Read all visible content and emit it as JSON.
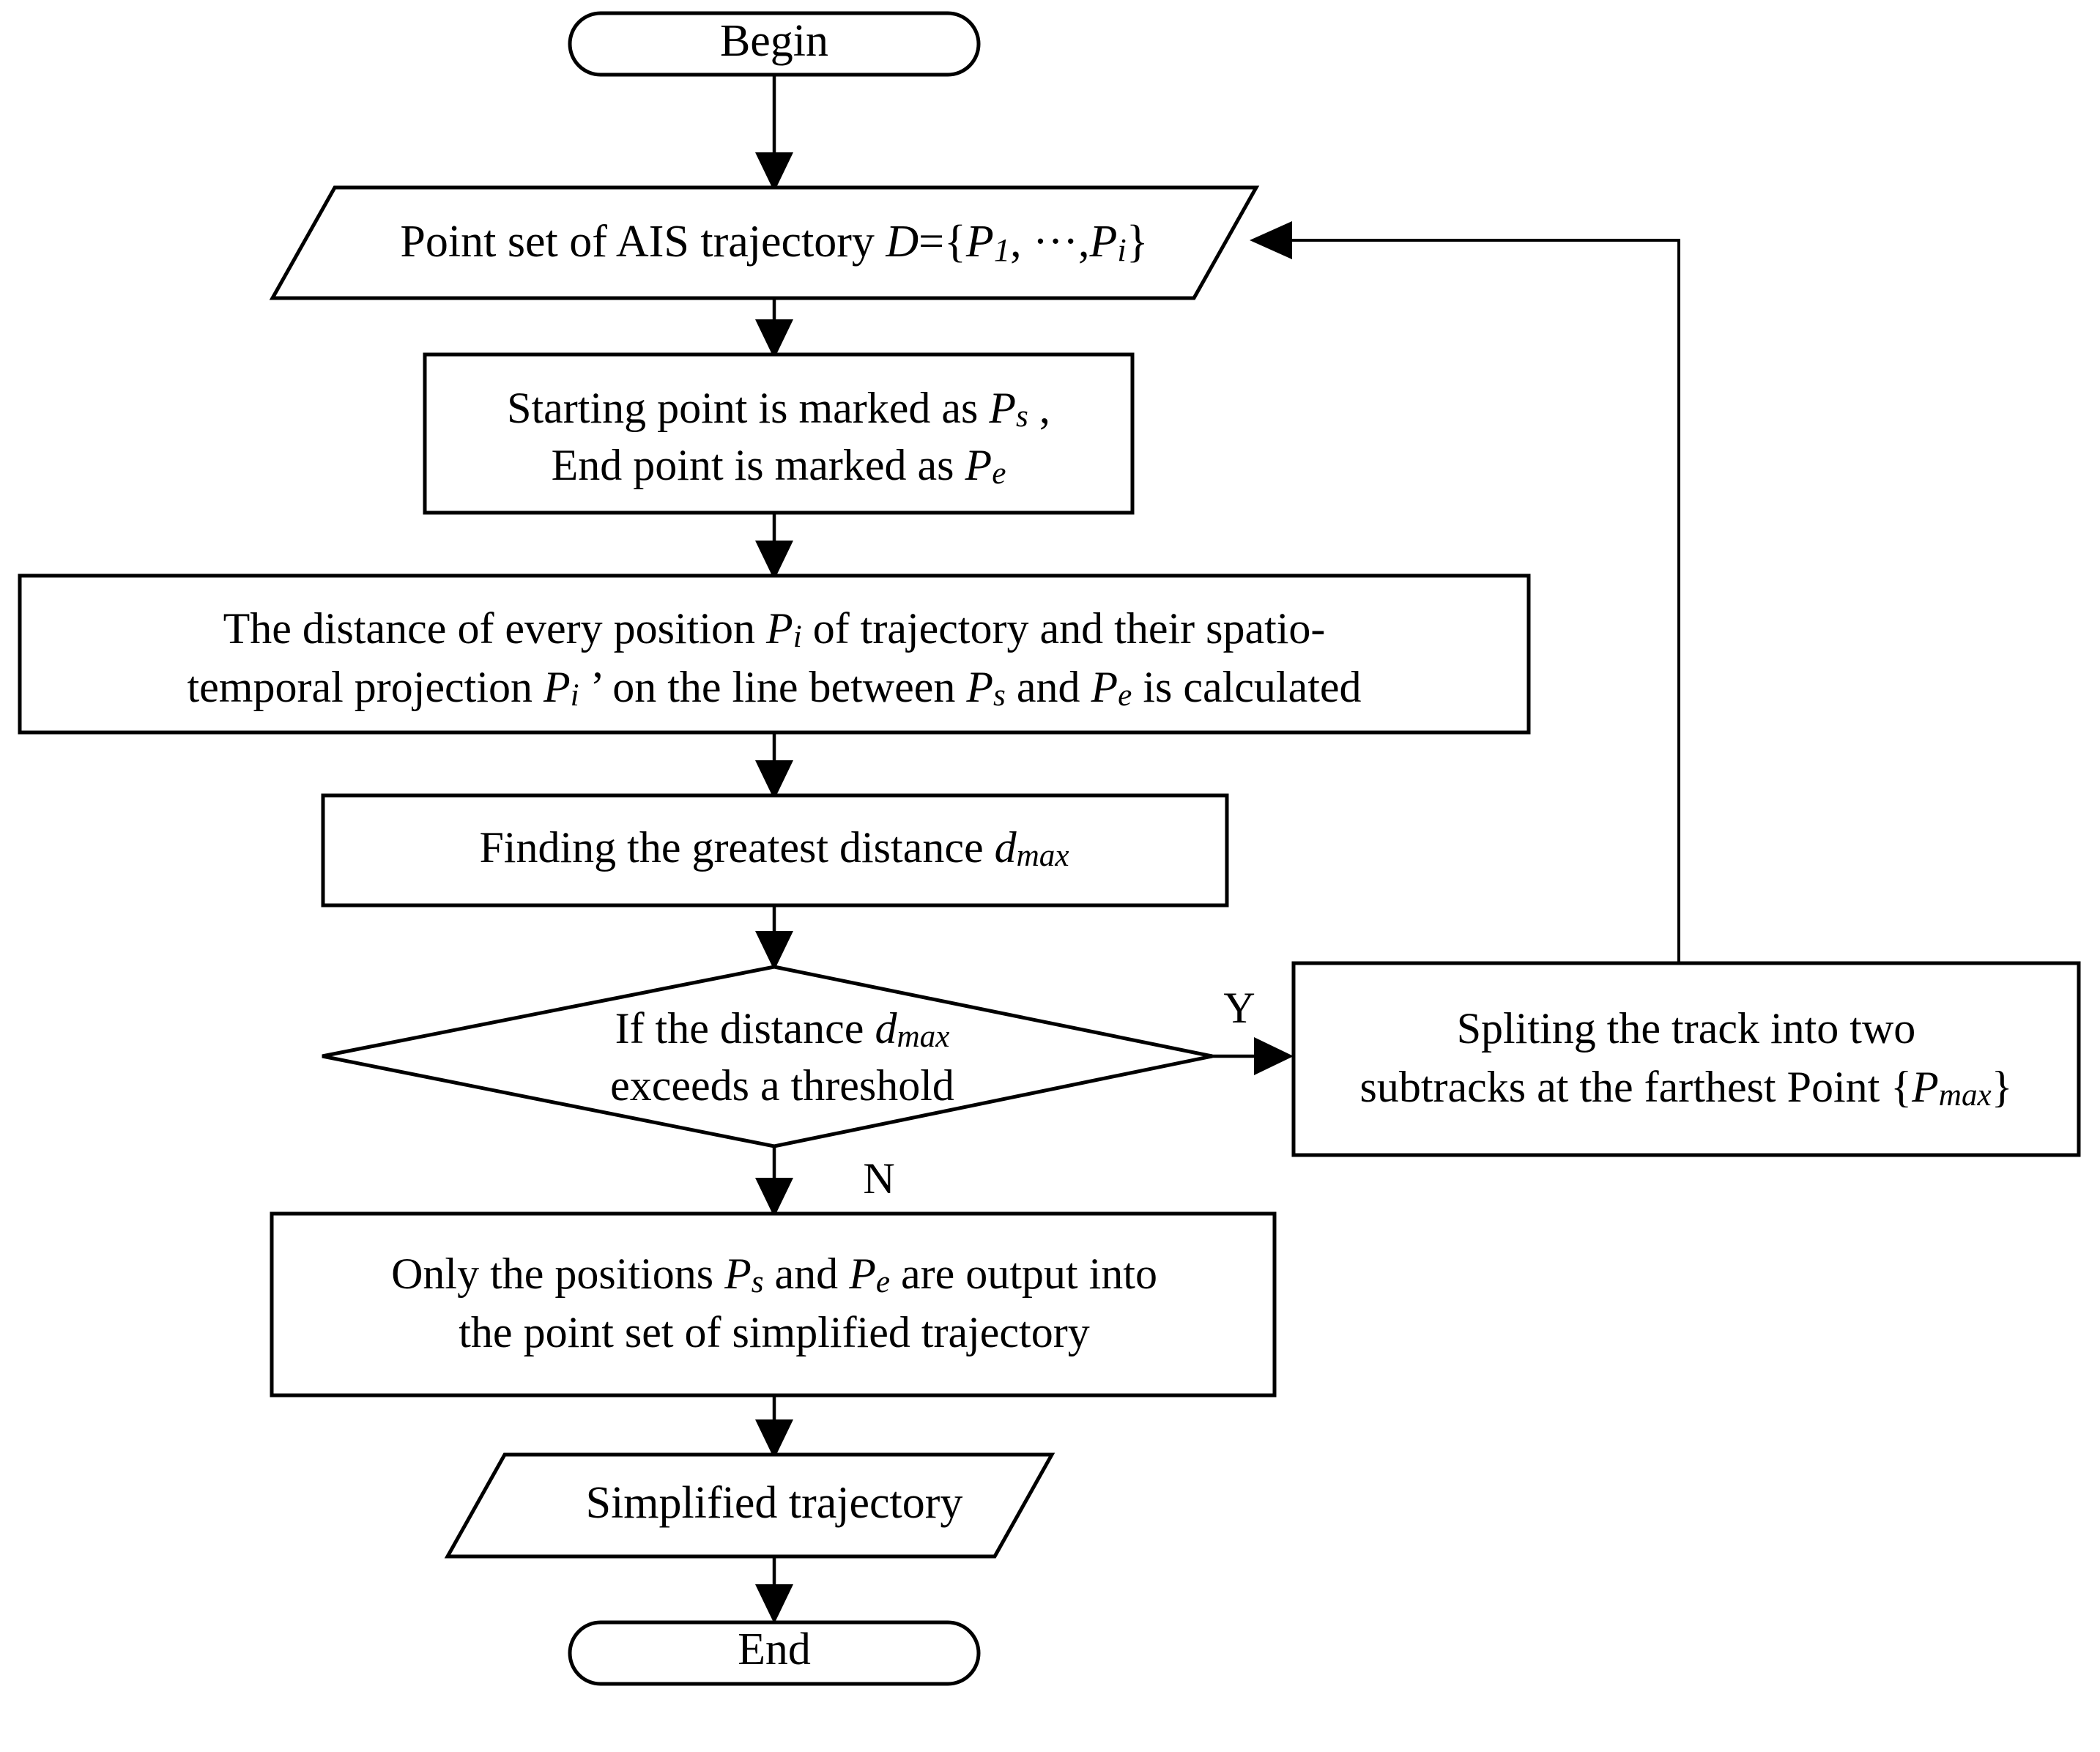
{
  "diagram": {
    "title": "AIS trajectory compression flowchart",
    "line_color": "#000000",
    "fill_color": "#ffffff",
    "background": "#ffffff"
  },
  "nodes": {
    "begin": {
      "type": "terminator",
      "label": "Begin"
    },
    "input_pointset": {
      "type": "input-output",
      "text_prefix": "Point set of AIS trajectory ",
      "var_d": "D",
      "eq_open": "={",
      "p1": "P",
      "p1_sub": "1",
      "comma_dots": ", ···,",
      "pi": "P",
      "pi_sub": "i",
      "eq_close": "}",
      "plain": "Point set of AIS trajectory D={P1, ···,Pi}"
    },
    "mark_points": {
      "type": "process",
      "line1_a": "Starting point is marked as ",
      "line1_p": "P",
      "line1_sub": "s",
      "line1_b": " ,",
      "line2_a": "End point is marked as ",
      "line2_p": "P",
      "line2_sub": "e",
      "plain": "Starting point is marked as Ps , End point is marked as Pe"
    },
    "calc_distance": {
      "type": "process",
      "l1_a": "The distance of every position ",
      "l1_p": "P",
      "l1_sub": "i",
      "l1_b": " of trajectory and their spatio-",
      "l2_a": "temporal projection ",
      "l2_p": "P",
      "l2_sub": "i",
      "l2_prime": " ’",
      "l2_b": "  on the line between ",
      "l2_ps": "P",
      "l2_ps_sub": "s",
      "l2_c": " and ",
      "l2_pe": "P",
      "l2_pe_sub": "e",
      "l2_d": " is calculated",
      "plain": "The distance of every position Pi of trajectory and their spatio-temporal projection Pi’ on the line between Ps and Pe is calculated"
    },
    "find_max": {
      "type": "process",
      "text_a": "Finding the greatest distance ",
      "var_d": "d",
      "var_sub": "max",
      "plain": "Finding the greatest distance dmax"
    },
    "decision": {
      "type": "decision",
      "l1_a": "If the distance ",
      "l1_d": "d",
      "l1_sub": "max",
      "l2": "exceeds a threshold",
      "plain": "If the distance dmax exceeds a threshold"
    },
    "split_track": {
      "type": "process",
      "line1": "Spliting the track into two",
      "line2_a": "subtracks at the farthest Point {",
      "line2_p": "P",
      "line2_sub": "max",
      "line2_b": "}",
      "plain": "Spliting the track into two subtracks at the farthest Point {Pmax}"
    },
    "output_positions": {
      "type": "process",
      "l1_a": "Only the positions ",
      "l1_ps": "P",
      "l1_ps_sub": "s",
      "l1_b": " and ",
      "l1_pe": "P",
      "l1_pe_sub": "e",
      "l1_c": " are output into",
      "l2": "the point set of simplified trajectory",
      "plain": "Only the positions Ps and Pe are output into the point set of simplified trajectory"
    },
    "output_simplified": {
      "type": "input-output",
      "label": "Simplified trajectory"
    },
    "end": {
      "type": "terminator",
      "label": "End"
    }
  },
  "edge_labels": {
    "yes": "Y",
    "no": "N"
  },
  "edges": [
    {
      "from": "begin",
      "to": "input_pointset",
      "label": ""
    },
    {
      "from": "input_pointset",
      "to": "mark_points",
      "label": ""
    },
    {
      "from": "mark_points",
      "to": "calc_distance",
      "label": ""
    },
    {
      "from": "calc_distance",
      "to": "find_max",
      "label": ""
    },
    {
      "from": "find_max",
      "to": "decision",
      "label": ""
    },
    {
      "from": "decision",
      "to": "split_track",
      "label": "Y"
    },
    {
      "from": "decision",
      "to": "output_positions",
      "label": "N"
    },
    {
      "from": "split_track",
      "to": "input_pointset",
      "label": ""
    },
    {
      "from": "output_positions",
      "to": "output_simplified",
      "label": ""
    },
    {
      "from": "output_simplified",
      "to": "end",
      "label": ""
    }
  ]
}
